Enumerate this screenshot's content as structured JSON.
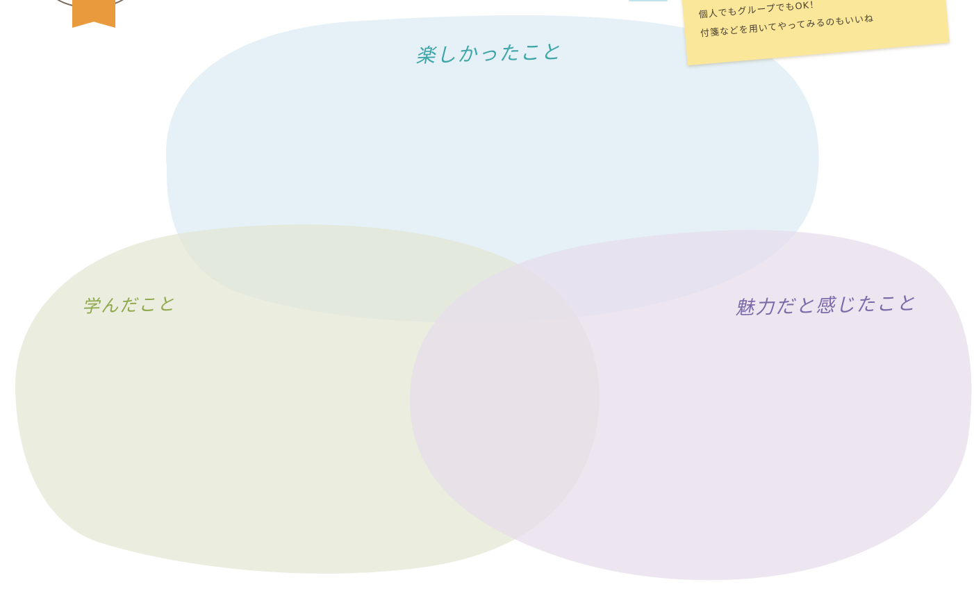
{
  "venn": {
    "top_label": "楽しかったこと",
    "left_label": "学んだこと",
    "right_label": "魅力だと感じたこと",
    "colors": {
      "top_fill": "#dbeaf4",
      "left_fill": "#e3e6d3",
      "right_fill": "#e6dcec",
      "top_label": "#3ea6a8",
      "left_label": "#8ea84c",
      "right_label": "#7b69a8"
    }
  },
  "sticky_note": {
    "line1": "個人でもグループでもOK！",
    "line2": "付箋などを用いてやってみるのもいいね",
    "color": "#fbe79a"
  },
  "badge": {
    "ribbon_color": "#e89a3c"
  }
}
